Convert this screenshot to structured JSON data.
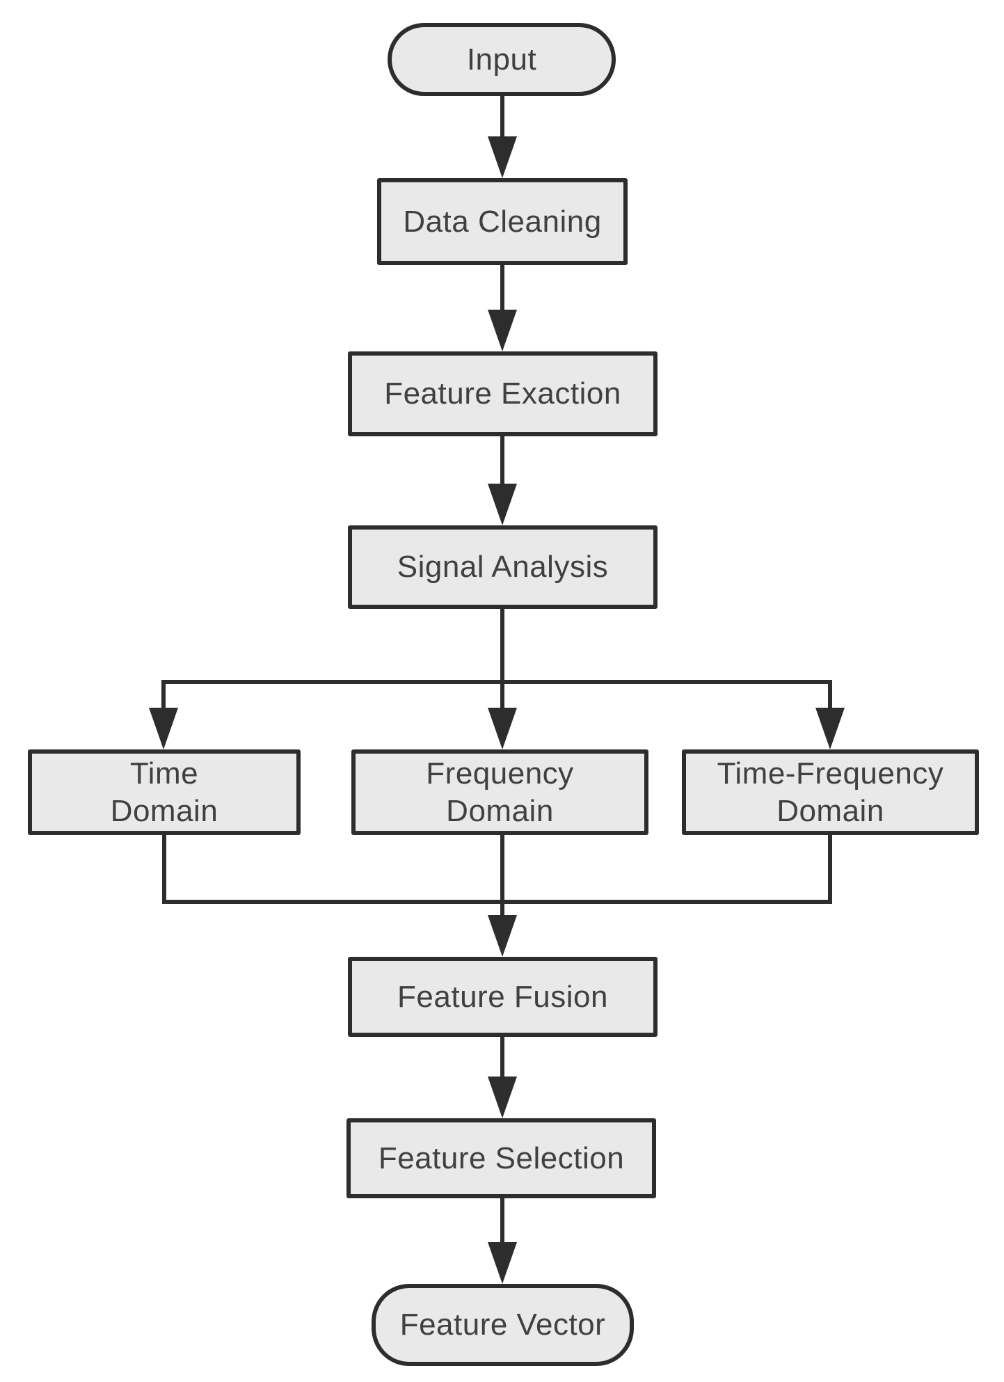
{
  "diagram": {
    "type": "flowchart",
    "direction": "top-down",
    "colors": {
      "background": "#ffffff",
      "node_fill": "#e9e9e9",
      "node_border": "#2d2d2d",
      "connector": "#2d2d2d",
      "text": "#404040"
    },
    "nodes": [
      {
        "id": "input",
        "label": "Input",
        "shape": "terminator"
      },
      {
        "id": "data-cleaning",
        "label": "Data Cleaning",
        "shape": "process"
      },
      {
        "id": "feature-exaction",
        "label": "Feature Exaction",
        "shape": "process"
      },
      {
        "id": "signal-analysis",
        "label": "Signal Analysis",
        "shape": "process"
      },
      {
        "id": "time-domain",
        "label": "Time\nDomain",
        "shape": "process"
      },
      {
        "id": "frequency-domain",
        "label": "Frequency\nDomain",
        "shape": "process"
      },
      {
        "id": "time-frequency-domain",
        "label": "Time-Frequency\nDomain",
        "shape": "process"
      },
      {
        "id": "feature-fusion",
        "label": "Feature Fusion",
        "shape": "process"
      },
      {
        "id": "feature-selection",
        "label": "Feature Selection",
        "shape": "process"
      },
      {
        "id": "feature-vector",
        "label": "Feature Vector",
        "shape": "terminator"
      }
    ],
    "edges": [
      {
        "from": "input",
        "to": "data-cleaning"
      },
      {
        "from": "data-cleaning",
        "to": "feature-exaction"
      },
      {
        "from": "feature-exaction",
        "to": "signal-analysis"
      },
      {
        "from": "signal-analysis",
        "to": "time-domain"
      },
      {
        "from": "signal-analysis",
        "to": "frequency-domain"
      },
      {
        "from": "signal-analysis",
        "to": "time-frequency-domain"
      },
      {
        "from": "time-domain",
        "to": "feature-fusion"
      },
      {
        "from": "frequency-domain",
        "to": "feature-fusion"
      },
      {
        "from": "time-frequency-domain",
        "to": "feature-fusion"
      },
      {
        "from": "feature-fusion",
        "to": "feature-selection"
      },
      {
        "from": "feature-selection",
        "to": "feature-vector"
      }
    ]
  }
}
